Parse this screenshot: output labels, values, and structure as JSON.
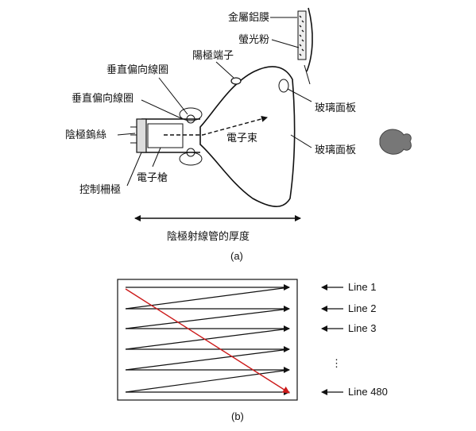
{
  "panel_a": {
    "caption": "(a)",
    "labels": {
      "metal_film": "金屬鋁膜",
      "phosphor": "螢光粉",
      "anode_terminal": "陽極端子",
      "vertical_coil_1": "垂直偏向線圈",
      "vertical_coil_2": "垂直偏向線圈",
      "cathode_filament": "陰極鎢絲",
      "electron_beam": "電子束",
      "electron_gun": "電子槍",
      "control_grid": "控制柵極",
      "glass_panel_1": "玻璃面板",
      "glass_panel_2": "玻璃面板",
      "thickness": "陰極射線管的厚度"
    }
  },
  "panel_b": {
    "caption": "(b)",
    "line_labels": [
      "Line 1",
      "Line 2",
      "Line 3",
      "Line 480"
    ],
    "ellipsis": "⋮",
    "colors": {
      "scan": "#111111",
      "retrace": "#cc1a1a"
    }
  }
}
